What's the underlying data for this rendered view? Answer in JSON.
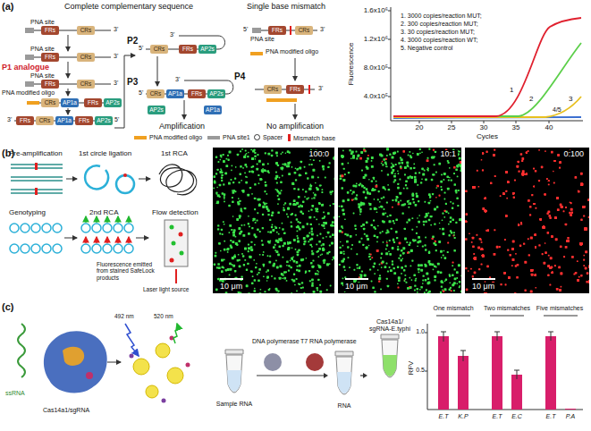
{
  "diagram": {
    "nodes": [
      {
        "text": [
          "FRs"
        ]
      },
      {
        "text": [
          "CRs"
        ]
      },
      {
        "text": [
          "FRs"
        ]
      },
      {
        "text": [
          "CRs"
        ]
      },
      {
        "text": [
          "FRs"
        ]
      },
      {
        "text": [
          "CRs"
        ]
      },
      {
        "text": [
          "CRs"
        ]
      },
      {
        "text": [
          "AP1a"
        ]
      },
      {
        "text": [
          "FRs"
        ]
      },
      {
        "text": [
          "AP2s"
        ]
      },
      {
        "text": [
          "FRs"
        ]
      },
      {
        "text": [
          "CRs"
        ]
      },
      {
        "text": [
          "AP1a"
        ]
      },
      {
        "text": [
          "FRs"
        ]
      },
      {
        "text": [
          "AP2s"
        ]
      },
      {
        "text": [
          "CRs"
        ]
      },
      {
        "text": [
          "FRs"
        ]
      },
      {
        "text": [
          "AP2s"
        ]
      },
      {
        "text": [
          "CRs"
        ]
      },
      {
        "text": [
          "AP1a"
        ]
      },
      {
        "text": [
          "FRs"
        ]
      },
      {
        "text": [
          "AP2s"
        ]
      },
      {
        "text": [
          "AP2s"
        ]
      },
      {
        "text": [
          "AP1a"
        ]
      },
      {
        "text": [
          "FRs"
        ]
      },
      {
        "text": [
          "CRs"
        ]
      },
      {
        "text": [
          "CRs"
        ]
      },
      {
        "text": [
          "FRs"
        ]
      },
      {
        "text": [
          "100:0",
          "10 μm"
        ]
      },
      {
        "text": [
          "10:1",
          "10 μm"
        ]
      },
      {
        "text": [
          "0:100",
          "10 μm"
        ]
      },
      {
        "text": [
          "Sample RNA"
        ]
      },
      {
        "text": [
          "RNA"
        ]
      },
      {
        "text": [
          "Cas14a1/ sgRNA-E.typhi"
        ]
      }
    ],
    "edges": [
      {
        "from": 31,
        "to": 32,
        "arrow": "to"
      },
      {
        "from": 32,
        "to": 33,
        "arrow": "to"
      }
    ],
    "labels": [
      "(a)",
      "Complete complementary sequence",
      "Single base mismatch",
      "P1 analogue",
      "PNA site",
      "3'",
      "PNA site",
      "3'",
      "PNA site",
      "3'",
      "PNA modified oligo",
      "3'",
      "5'",
      "P2",
      "5'",
      "3'",
      "P3",
      "5'",
      "3'",
      "Amplification",
      "3'",
      "5'",
      "PNA site",
      "PNA modified oligo",
      "P4",
      "3'",
      "No amplification",
      "Fluorescence",
      "1.6x10⁶",
      "1.2x10⁶",
      "8.0x10⁵",
      "4.0x10⁵",
      "20",
      "25",
      "30",
      "35",
      "40",
      "Cycles",
      "1. 3000 copies/reaction MUT;",
      "2. 300 copies/reaction MUT;",
      "3. 30 copies/reaction MUT;",
      "4. 3000 copies/reaction WT;",
      "5. Negative control",
      "1",
      "2",
      "3",
      "4/5",
      "(b)",
      "Pre-amplification",
      "1st circle ligation",
      "1st RCA",
      "Genotyping",
      "2nd RCA",
      "Flow detection",
      "Fluorescence emitted from stained SafeLock products",
      "Laser light source",
      "(c)",
      "ssRNA",
      "492 nm",
      "520 nm",
      "Cas14a1/sgRNA",
      "DNA polymerase",
      "T7 RNA polymerase",
      "RFV",
      "1.0",
      "0.5",
      "One mismatch",
      "Two mismatches",
      "Five mismatches",
      "E.T",
      "K.P",
      "E.T",
      "E.C",
      "E.T",
      "P.A"
    ],
    "legend": [
      {
        "text": "PNA modified oligo",
        "color": "#f0a020"
      },
      {
        "text": "PNA site1",
        "color": "#9a9a9a"
      },
      {
        "text": "Spacer"
      },
      {
        "text": "Mismatch base",
        "color": "#e02020"
      }
    ]
  }
}
